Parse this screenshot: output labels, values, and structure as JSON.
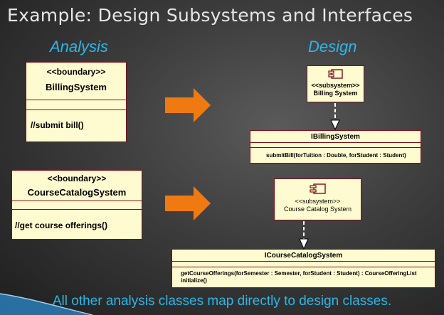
{
  "title": "Example: Design Subsystems and Interfaces",
  "headings": {
    "analysis": "Analysis",
    "design": "Design"
  },
  "analysis": {
    "billing": {
      "stereotype": "<<boundary>>",
      "name": "BillingSystem",
      "operation": "//submit bill()"
    },
    "catalog": {
      "stereotype": "<<boundary>>",
      "name": "CourseCatalogSystem",
      "operation": "//get course offerings()"
    }
  },
  "design": {
    "billing_subsystem": {
      "stereotype": "<<subsystem>>",
      "name": "Billing System",
      "icon": "component-icon"
    },
    "billing_interface": {
      "name": "IBillingSystem",
      "operation": "submitBill(forTuition : Double, forStudent : Student)"
    },
    "catalog_subsystem": {
      "stereotype": "<<subsystem>>",
      "name": "Course Catalog System",
      "icon": "component-icon"
    },
    "catalog_interface": {
      "name": "ICourseCatalogSystem",
      "operation1": "getCourseOfferings(forSemester : Semester, forStudent : Student) : CourseOfferingList",
      "operation2": "initialize()"
    }
  },
  "footer": "All other analysis classes map directly to design classes.",
  "colors": {
    "accent": "#2ab7ea",
    "box_fill": "#fffbd0",
    "box_border": "#7a0f1c",
    "arrow": "#f07a12"
  }
}
